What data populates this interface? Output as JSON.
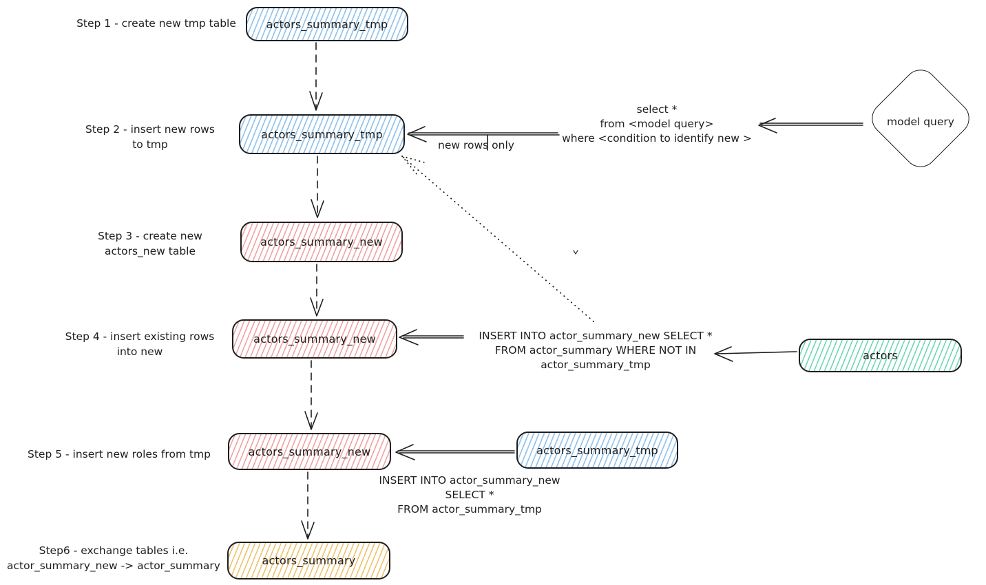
{
  "nodes": {
    "step1_tmp": {
      "label": "actors_summary_tmp"
    },
    "step2_tmp": {
      "label": "actors_summary_tmp"
    },
    "step3_new": {
      "label": "actors_summary_new"
    },
    "step4_new": {
      "label": "actors_summary_new"
    },
    "step5_new": {
      "label": "actors_summary_new"
    },
    "step5_src_tmp": {
      "label": "actors_summary_tmp"
    },
    "step6_summary": {
      "label": "actors_summary"
    },
    "actors": {
      "label": "actors"
    },
    "model_query": {
      "label": "model query"
    }
  },
  "step_labels": {
    "step1": [
      "Step 1 - create new tmp table"
    ],
    "step2": [
      "Step 2 - insert new rows",
      "to tmp"
    ],
    "step3": [
      "Step 3 - create new",
      "actors_new table"
    ],
    "step4": [
      "Step 4 - insert existing rows",
      "into new"
    ],
    "step5": [
      "Step 5 - insert new roles from tmp"
    ],
    "step6": [
      "Step6 - exchange tables i.e.",
      "actor_summary_new -> actor_summary"
    ]
  },
  "annotations": {
    "new_rows_only": "new rows only",
    "model_query_sql": [
      "select *",
      "from <model query>",
      "where <condition to identify new >"
    ],
    "step4_sql": [
      "INSERT INTO actor_summary_new SELECT *",
      "FROM actor_summary WHERE NOT IN",
      "actor_summary_tmp"
    ],
    "step5_sql": [
      "INSERT INTO actor_summary_new",
      "SELECT *",
      "FROM actor_summary_tmp"
    ]
  },
  "colors": {
    "ink": "#1e1e1e",
    "hatch-blue": "#94c4ec",
    "hatch-pink": "#f0a3a3",
    "hatch-green": "#6fd8b4",
    "hatch-yellow": "#edc36e"
  }
}
